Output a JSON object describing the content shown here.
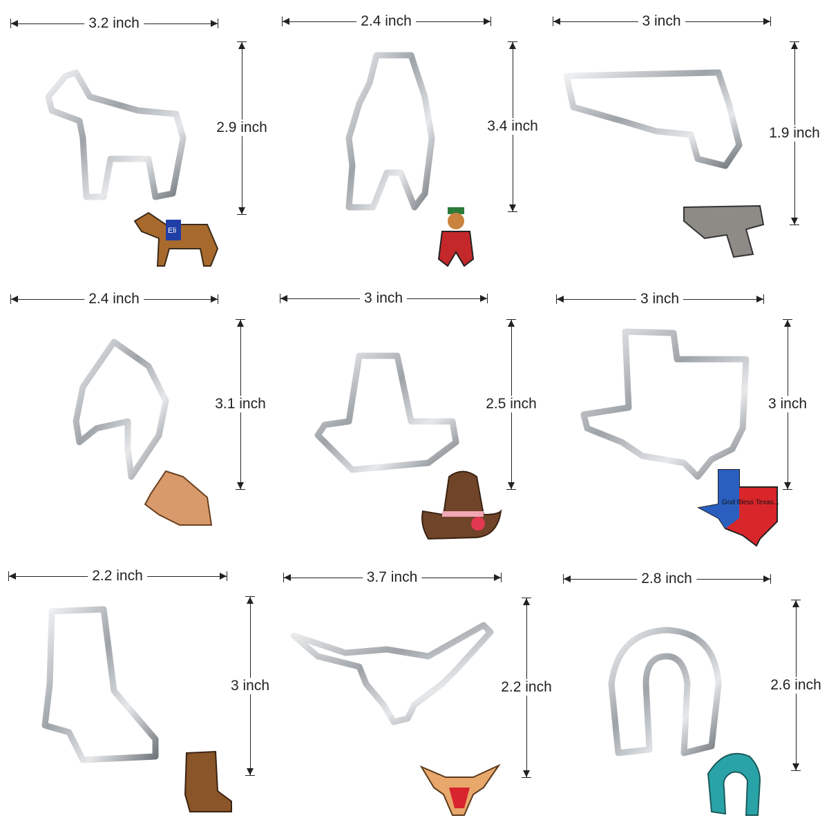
{
  "cutters": [
    {
      "name": "horse",
      "width": "3.2 inch",
      "height": "2.9 inch",
      "cookie_text": "Eli"
    },
    {
      "name": "cowboy",
      "width": "2.4 inch",
      "height": "3.4 inch"
    },
    {
      "name": "pistol",
      "width": "3 inch",
      "height": "1.9 inch"
    },
    {
      "name": "horse-head",
      "width": "2.4 inch",
      "height": "3.1 inch"
    },
    {
      "name": "cowboy-hat",
      "width": "3 inch",
      "height": "2.5 inch"
    },
    {
      "name": "texas",
      "width": "3 inch",
      "height": "3 inch",
      "cookie_text": "God Bless Texas..."
    },
    {
      "name": "cowboy-boot",
      "width": "2.2 inch",
      "height": "3 inch"
    },
    {
      "name": "longhorn",
      "width": "3.7 inch",
      "height": "2.2 inch"
    },
    {
      "name": "horseshoe",
      "width": "2.8 inch",
      "height": "2.6 inch"
    }
  ],
  "colors": {
    "steel": "#b8bcc0",
    "line": "#222222"
  }
}
